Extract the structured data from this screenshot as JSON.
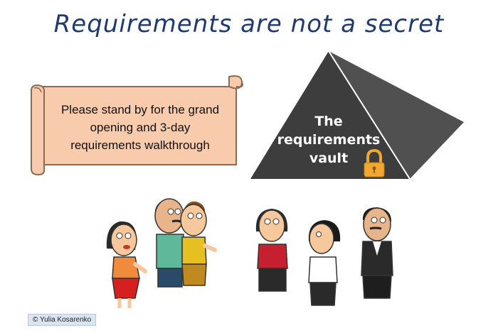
{
  "title": "Requirements are not a secret",
  "scroll": {
    "lines": [
      "Please stand by for the grand",
      "opening and 3-day",
      "requirements walkthrough"
    ]
  },
  "vault": {
    "lines": [
      "The",
      "requirements",
      "vault"
    ]
  },
  "copyright": "© Yulia Kosarenko",
  "colors": {
    "title": "#1f3a6e",
    "scroll": "#f8cbad",
    "pyramid_dark": "#3a3a3a",
    "pyramid_light": "#4a4a4a",
    "lock": "#f0a830"
  }
}
